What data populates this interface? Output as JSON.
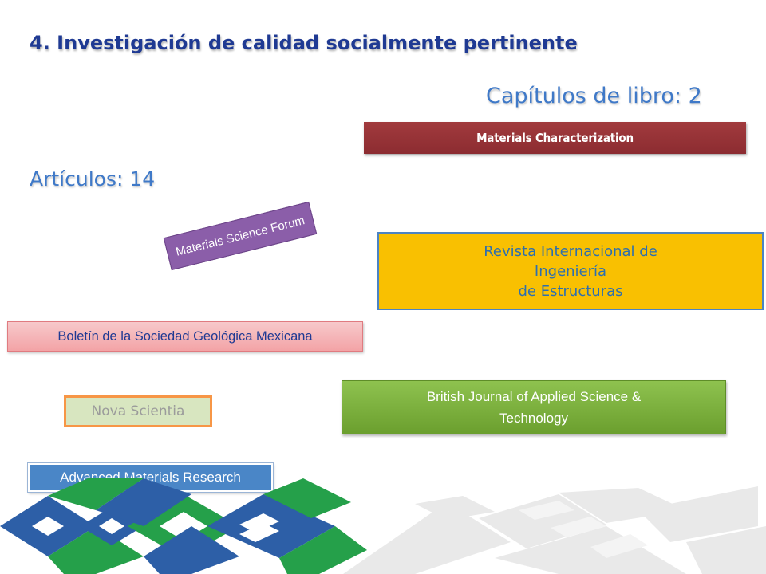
{
  "slide": {
    "title": "4. Investigación de calidad socialmente pertinente",
    "chapters_heading": "Capítulos de libro: 2",
    "articles_heading": "Artículos: 14"
  },
  "chapters": {
    "materials_characterization": "Materials Characterization"
  },
  "articles": {
    "materials_science_forum": "Materials Science Forum",
    "revista_line1": "Revista Internacional de",
    "revista_line2": "Ingeniería",
    "revista_line3": "de Estructuras",
    "boletin": "Boletín de la Sociedad Geológica Mexicana",
    "nova_scientia": "Nova Scientia",
    "british_line1": "British Journal of Applied Science &",
    "british_line2": "Technology",
    "advanced_materials": "Advanced Materials Research"
  },
  "colors": {
    "title": "#1f3a93",
    "heading": "#3f79c8",
    "chapter_box": "#943134",
    "msf_box": "#8b5ea9",
    "revista_box": "#f9c001",
    "boletin_box": "#f4b6b8",
    "nova_box": "#d8e6c0",
    "british_box": "#7db33e",
    "advanced_box": "#4a86c7",
    "logo_blue": "#2d5fa7",
    "logo_green": "#25a04a"
  },
  "decor": {
    "logo_icon": "institution-logo-pattern-icon"
  }
}
